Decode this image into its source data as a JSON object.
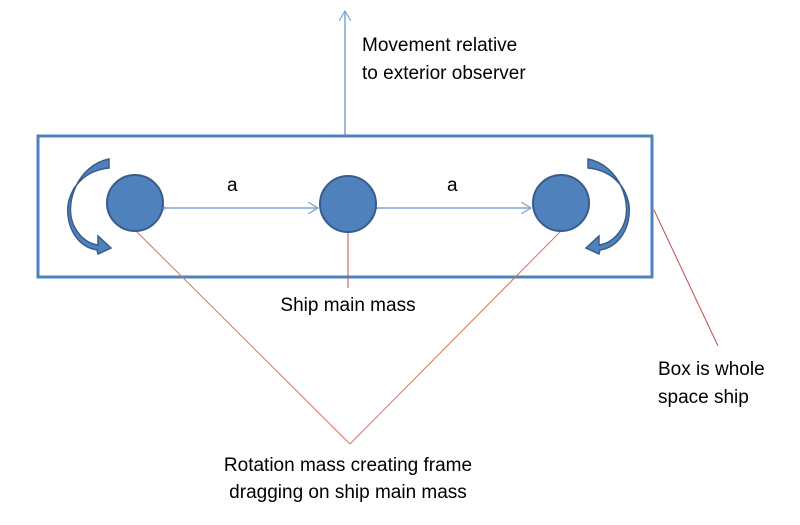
{
  "labels": {
    "movement": [
      "Movement relative",
      "to exterior observer"
    ],
    "distance_left": "a",
    "distance_right": "a",
    "main_mass": "Ship main mass",
    "box": [
      "Box is whole",
      "space ship"
    ],
    "rotation": [
      "Rotation mass creating frame",
      "dragging on ship main mass"
    ]
  },
  "colors": {
    "shape_fill": "#4f81bd",
    "shape_stroke": "#385d8a",
    "connector_blue": "#7ea3d0",
    "callout_red": "#d9735a"
  }
}
